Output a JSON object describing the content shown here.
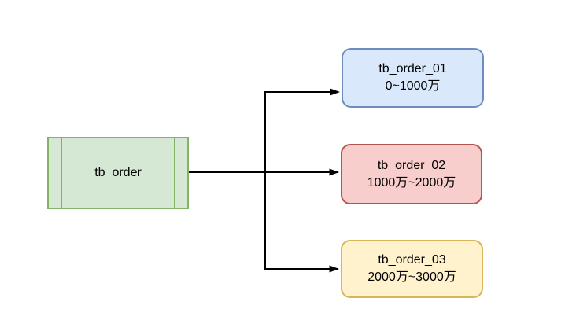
{
  "diagram": {
    "description": "table sharding diagram",
    "background_color": "#ffffff",
    "edge_color": "#000000",
    "text_color": "#000000",
    "source": {
      "label": "tb_order",
      "fill": "#d5e8d4",
      "stroke": "#82b366",
      "shape": "process"
    },
    "shards": [
      {
        "name": "tb_order_01",
        "range": "0~1000万",
        "fill": "#dae8fc",
        "stroke": "#6c8ebf"
      },
      {
        "name": "tb_order_02",
        "range": "1000万~2000万",
        "fill": "#f8cecc",
        "stroke": "#b85450"
      },
      {
        "name": "tb_order_03",
        "range": "2000万~3000万",
        "fill": "#fff2cc",
        "stroke": "#d6b656"
      }
    ]
  }
}
